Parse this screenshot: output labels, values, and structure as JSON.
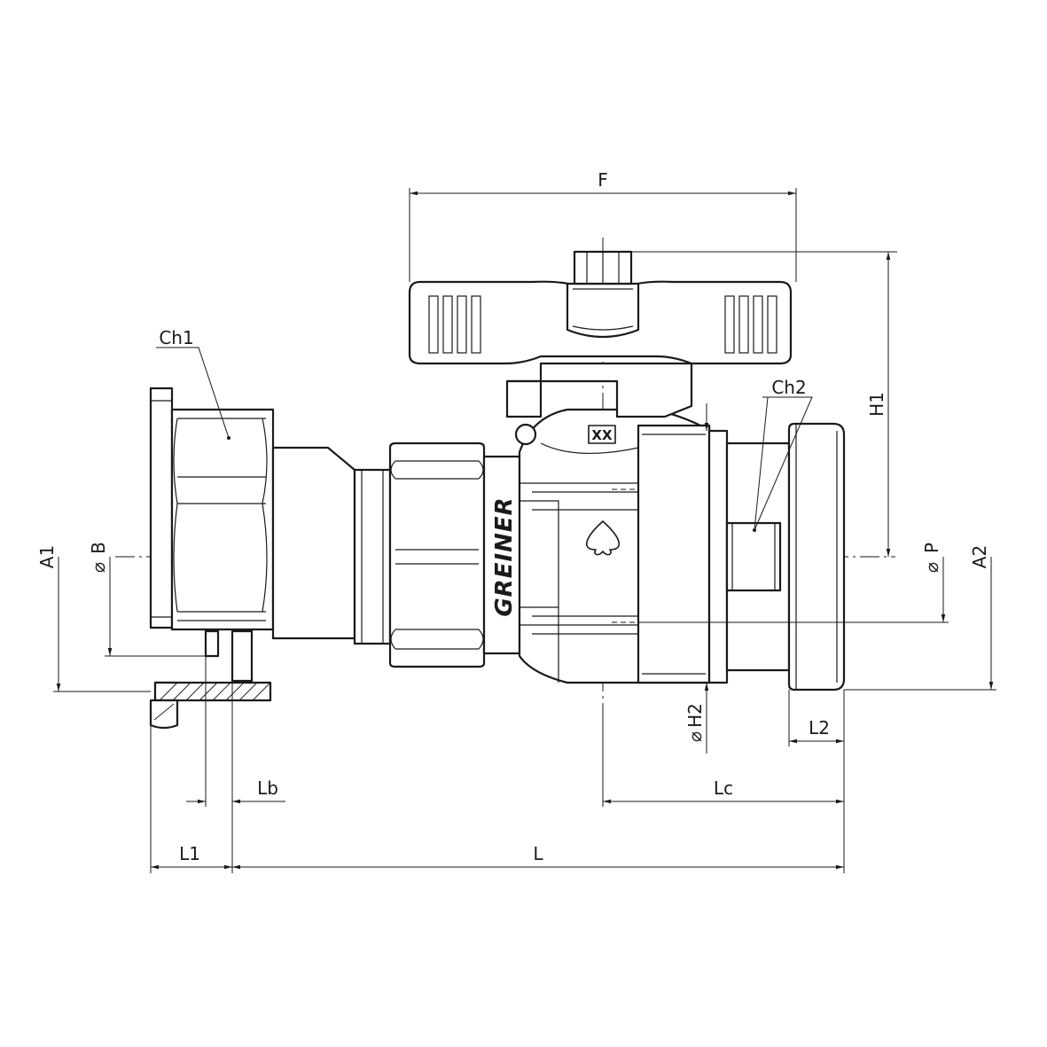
{
  "drawing": {
    "brand_text": "GREINER",
    "size_mark": "XX",
    "dimension_labels": {
      "F": "F",
      "H1": "H1",
      "Ch1": "Ch1",
      "Ch2": "Ch2",
      "A1": "A1",
      "A2": "A2",
      "phi_B": "B",
      "phi_P": "P",
      "phi_H2": "H2",
      "Lb": "Lb",
      "Lc": "Lc",
      "L1": "L1",
      "L": "L",
      "L2": "L2"
    },
    "diameter_symbol": "⌀",
    "colors": {
      "line": "#1a1a1a",
      "background": "#ffffff"
    },
    "icons": [
      "flow-direction-spade-icon",
      "size-mark-box-icon"
    ]
  }
}
